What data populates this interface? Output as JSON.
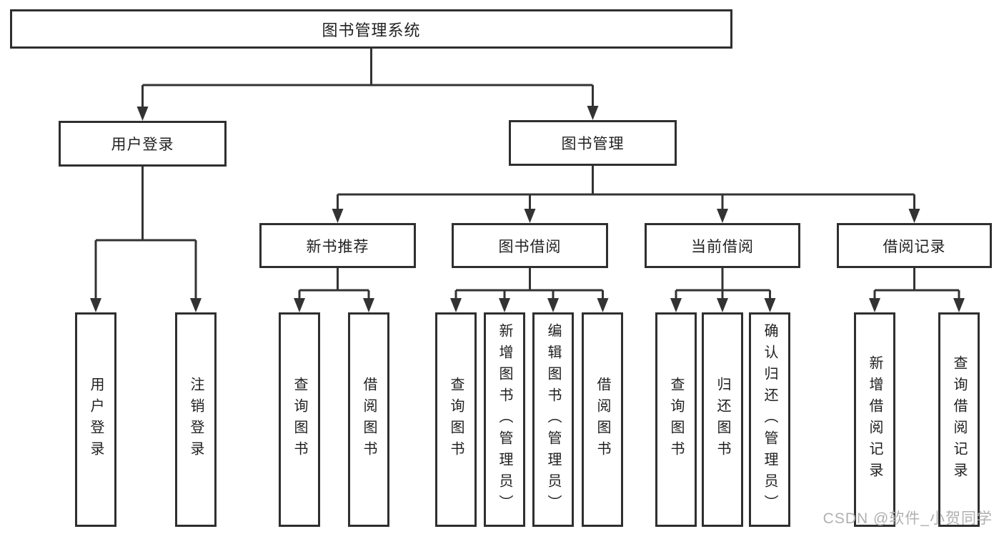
{
  "diagram": {
    "root": {
      "label": "图书管理系统"
    },
    "branches": [
      {
        "label": "用户登录",
        "children": [
          {
            "label": "用户登录"
          },
          {
            "label": "注销登录"
          }
        ]
      },
      {
        "label": "图书管理",
        "sections": [
          {
            "label": "新书推荐",
            "children": [
              {
                "label": "查询图书"
              },
              {
                "label": "借阅图书"
              }
            ]
          },
          {
            "label": "图书借阅",
            "children": [
              {
                "label": "查询图书"
              },
              {
                "label": "新增图书（管理员）"
              },
              {
                "label": "编辑图书（管理员）"
              },
              {
                "label": "借阅图书"
              }
            ]
          },
          {
            "label": "当前借阅",
            "children": [
              {
                "label": "查询图书"
              },
              {
                "label": "归还图书"
              },
              {
                "label": "确认归还（管理员）"
              }
            ]
          },
          {
            "label": "借阅记录",
            "children": [
              {
                "label": "新增借阅记录"
              },
              {
                "label": "查询借阅记录"
              }
            ]
          }
        ]
      }
    ]
  },
  "watermark": {
    "text": "CSDN @软件_小贺同学"
  },
  "colors": {
    "line": "#333333",
    "box_border": "#2f2f2f",
    "box_fill": "#ffffff",
    "text": "#222222",
    "watermark": "#b0b0b0",
    "background": "#ffffff"
  }
}
